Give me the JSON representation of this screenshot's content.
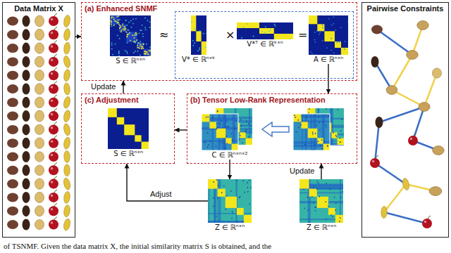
{
  "diagram": {
    "caption": "of TSNMF. Given the data matrix X, the initial similarity matrix S is obtained, and the",
    "nodes": [
      {
        "text": [
          "Data Matrix X"
        ]
      },
      {
        "text": [
          "(a) Enhanced SNMF"
        ]
      },
      {
        "text": [
          "S ∈ ℝⁿˣⁿ"
        ],
        "in": 1
      },
      {
        "text": [
          "V* ∈ ℝⁿˣᵏ"
        ],
        "in": 1
      },
      {
        "text": [
          "V*ᵀ ∈ ℝᵏˣⁿ"
        ],
        "in": 1
      },
      {
        "text": [
          "A ∈ ℝⁿˣⁿ"
        ],
        "in": 1
      },
      {
        "text": [
          "(b) Tensor Low-Rank Representation"
        ]
      },
      {
        "text": [
          "C ∈ ℝⁿˣⁿˣ²"
        ],
        "in": 6
      },
      {
        "text": [
          "(c) Adjustment"
        ]
      },
      {
        "text": [
          "S ∈ ℝⁿˣⁿ"
        ],
        "in": 8
      },
      {
        "text": [
          "Z ∈ ℝⁿˣⁿ"
        ]
      },
      {
        "text": [
          "Z ∈ ℝⁿˣⁿ"
        ]
      },
      {
        "text": [
          "Pairwise Constraints"
        ]
      }
    ],
    "edges": [
      {
        "from": 0,
        "to": 1,
        "arrow": "to"
      },
      {
        "from": 5,
        "to": 6,
        "arrow": "to"
      },
      {
        "from": 6,
        "to": 8,
        "arrow": "to"
      },
      {
        "from": 8,
        "to": 1,
        "label": "Update",
        "arrow": "to"
      },
      {
        "from": 7,
        "to": 10,
        "arrow": "to"
      },
      {
        "from": 10,
        "to": 8,
        "label": "Adjust",
        "arrow": "to"
      },
      {
        "from": 11,
        "to": 6,
        "label": "Update",
        "arrow": "to"
      }
    ],
    "labels": [
      "≈",
      "×",
      "="
    ]
  }
}
